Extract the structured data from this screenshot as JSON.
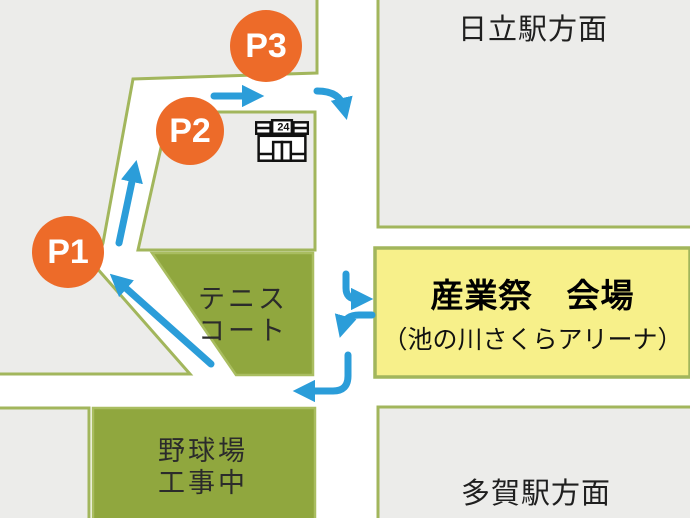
{
  "stations": {
    "hitachi": "日立駅方面",
    "taga": "多賀駅方面"
  },
  "venue": {
    "title": "産業祭　会場",
    "subtitle": "（池の川さくらアリーナ）"
  },
  "facilities": {
    "tennis": "テニス\nコート",
    "baseball": "野球場\n工事中"
  },
  "parking": [
    {
      "label": "P1"
    },
    {
      "label": "P2"
    },
    {
      "label": "P3"
    }
  ],
  "store": {
    "sign": "24"
  },
  "colors": {
    "ground_gray": "#ececea",
    "road_white": "#ffffff",
    "border_green": "#a2b65c",
    "olive_fill": "#90a73e",
    "olive_border": "#a9bd60",
    "yellow_fill": "#f7f08a",
    "orange": "#ed6b29",
    "blue": "#2b9dd9",
    "text_dark": "#1f1f1f",
    "icon_black": "#111111"
  }
}
